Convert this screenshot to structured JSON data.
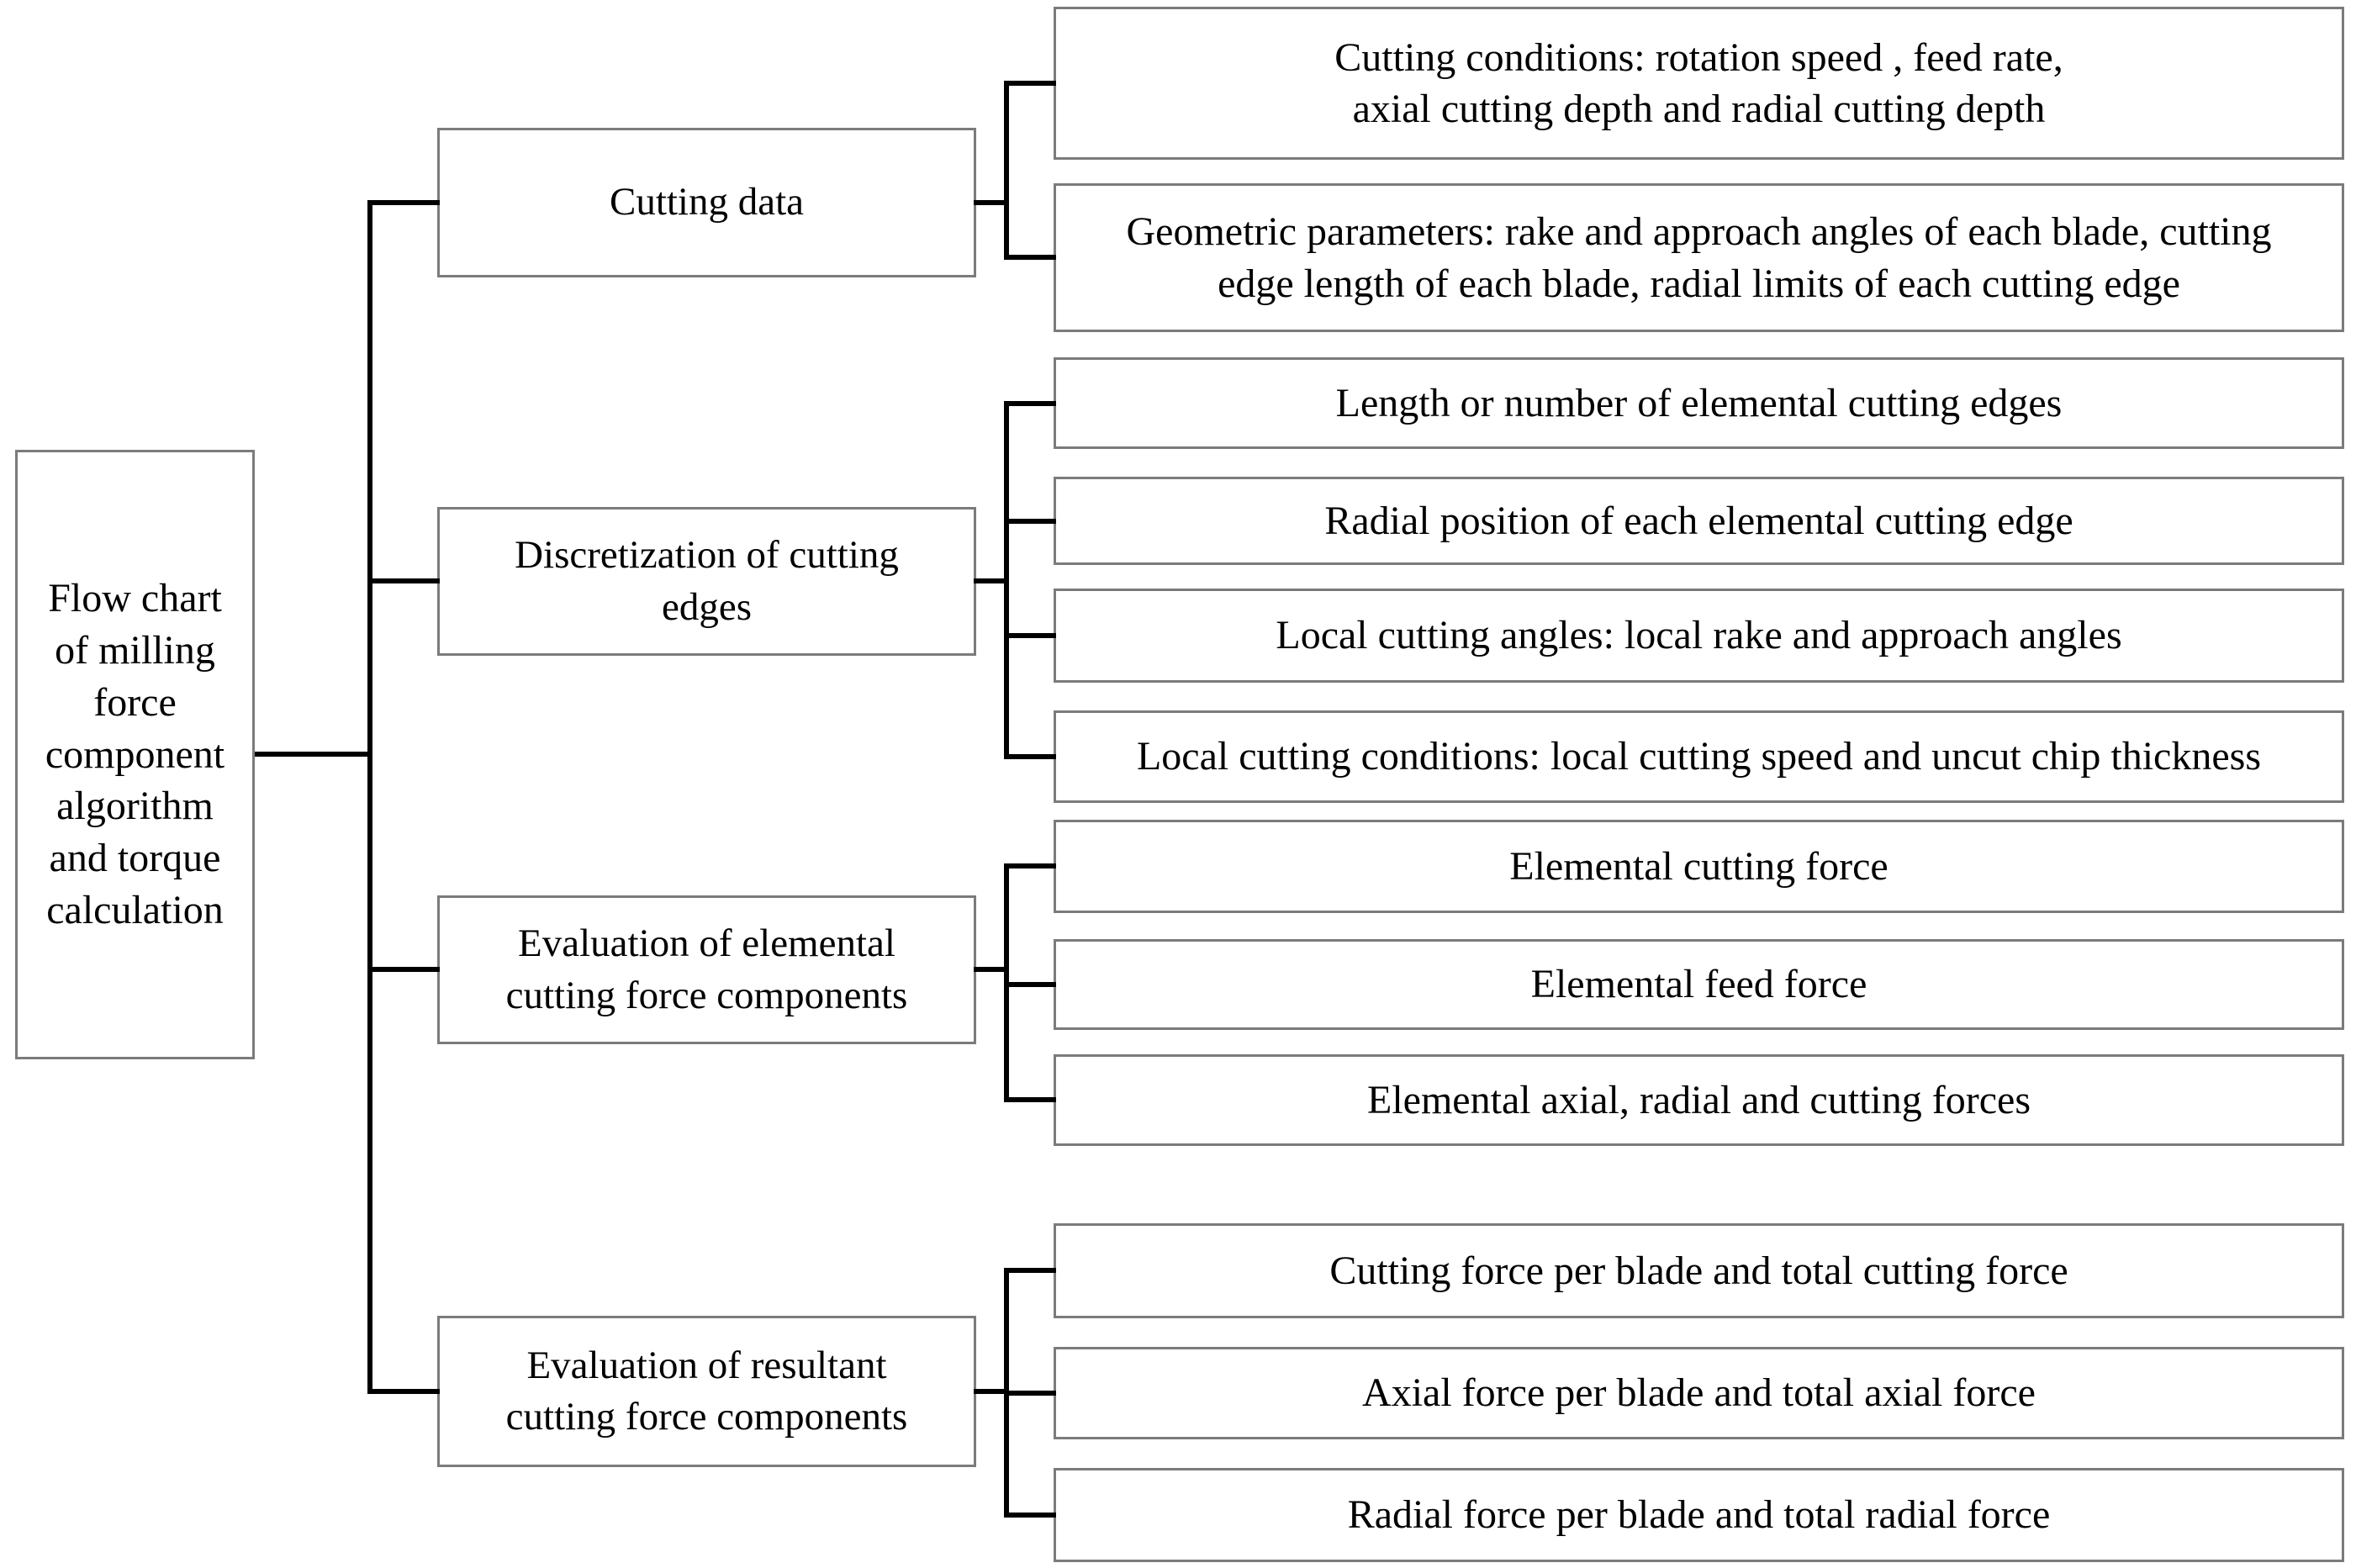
{
  "styles": {
    "background": "#ffffff",
    "box_border_color": "#7b7b7b",
    "connector_color": "#000000",
    "text_color": "#000000"
  },
  "diagram": {
    "root": {
      "label": "Flow chart\nof milling\nforce\ncomponent\nalgorithm\nand torque\ncalculation"
    },
    "groups": [
      {
        "label": "Cutting data",
        "children": [
          {
            "label": "Cutting conditions: rotation speed , feed rate,\naxial cutting depth and radial cutting depth"
          },
          {
            "label": "Geometric parameters: rake and approach angles of each blade, cutting\nedge length of each blade, radial limits of each cutting edge"
          }
        ]
      },
      {
        "label": "Discretization of cutting\nedges",
        "children": [
          {
            "label": "Length or number of elemental cutting edges"
          },
          {
            "label": "Radial position of each elemental cutting edge"
          },
          {
            "label": "Local cutting angles: local rake and approach angles"
          },
          {
            "label": "Local cutting conditions: local cutting speed and uncut chip thickness"
          }
        ]
      },
      {
        "label": "Evaluation of elemental\ncutting force components",
        "children": [
          {
            "label": "Elemental cutting force"
          },
          {
            "label": "Elemental feed force"
          },
          {
            "label": "Elemental axial, radial and cutting forces"
          }
        ]
      },
      {
        "label": "Evaluation of resultant\ncutting force components",
        "children": [
          {
            "label": "Cutting force per blade and total cutting force"
          },
          {
            "label": "Axial force per blade and total axial force"
          },
          {
            "label": "Radial force per blade and total radial force"
          }
        ]
      }
    ]
  }
}
